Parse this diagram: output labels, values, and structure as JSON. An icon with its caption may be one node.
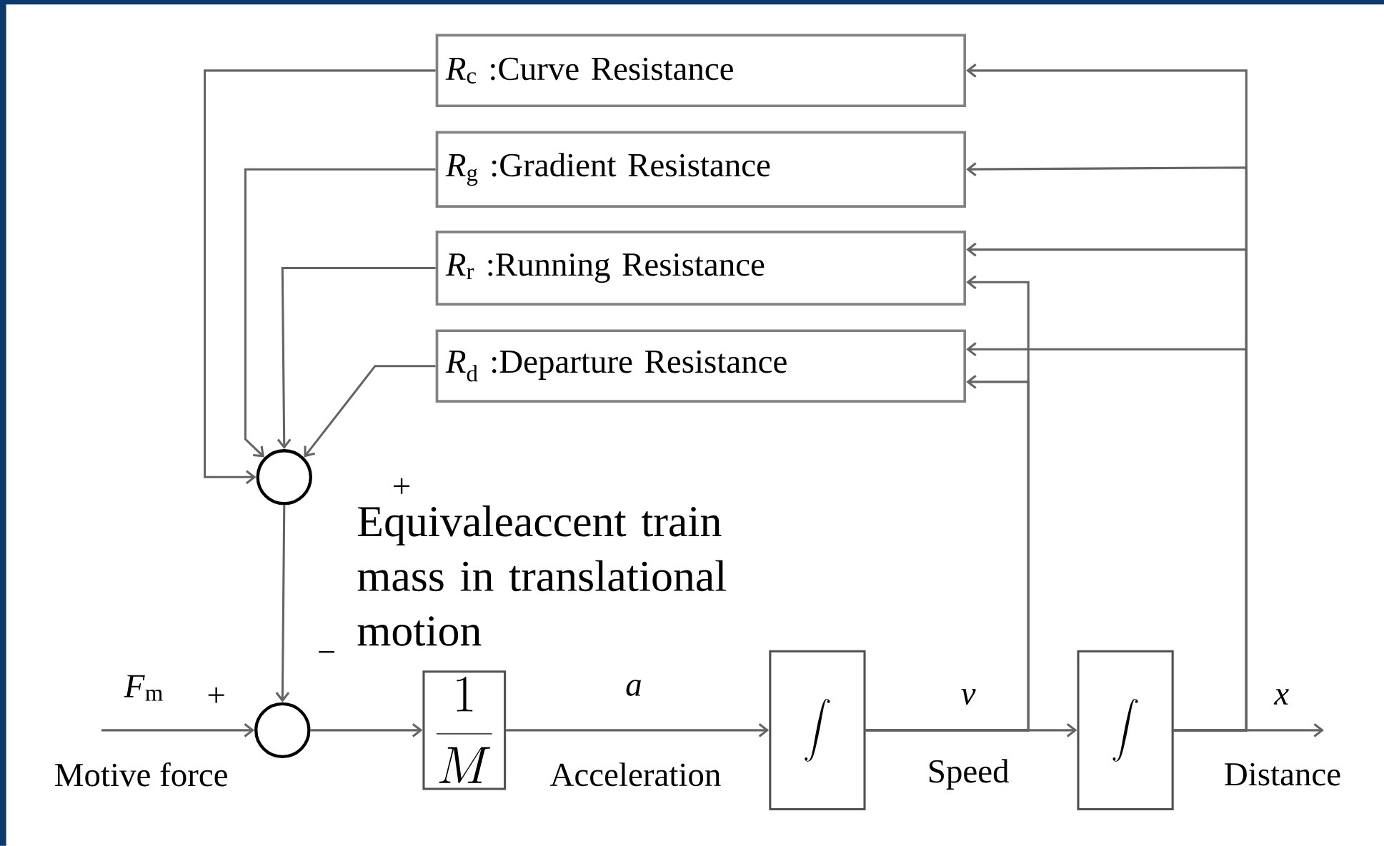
{
  "diagram": {
    "nodes": [
      {
        "text": [
          "*R*$_{c}$ :Curve Resistance"
        ]
      },
      {
        "text": [
          "*R*$_{g}$ :Gradient Resistance"
        ]
      },
      {
        "text": [
          "*R*$_{r}$ :Running Resistance"
        ]
      },
      {
        "text": [
          "*R*$_{d}$ :Departure Resistance"
        ]
      },
      {
        "text": [],
        "shape": "circle"
      },
      {
        "text": [],
        "shape": "circle"
      },
      {
        "text": [
          "\\frac{1}{M}"
        ]
      },
      {
        "text": [
          "\\int"
        ]
      },
      {
        "text": [
          "\\int"
        ]
      }
    ],
    "edges": [
      {
        "from": 0,
        "to": 4,
        "arrow": "to"
      },
      {
        "from": 1,
        "to": 4,
        "arrow": "to"
      },
      {
        "from": 2,
        "to": 4,
        "arrow": "to"
      },
      {
        "from": 3,
        "to": 4,
        "arrow": "to"
      },
      {
        "from": 4,
        "to": 5,
        "arrow": "to"
      },
      {
        "from": null,
        "to": 5,
        "arrow": "to"
      },
      {
        "from": 5,
        "to": 6,
        "arrow": "to"
      },
      {
        "from": 6,
        "to": 7,
        "arrow": "to"
      },
      {
        "from": 7,
        "to": 8,
        "arrow": "to"
      },
      {
        "from": 7,
        "to": 2,
        "arrow": "to"
      },
      {
        "from": 7,
        "to": 3,
        "arrow": "to"
      },
      {
        "from": 8,
        "to": null,
        "arrow": "to"
      },
      {
        "from": 8,
        "to": 0,
        "arrow": "to"
      },
      {
        "from": 8,
        "to": 1,
        "arrow": "to"
      },
      {
        "from": 8,
        "to": 2,
        "arrow": "to"
      },
      {
        "from": 8,
        "to": 3,
        "arrow": "to"
      }
    ],
    "labels": [
      "+",
      "Equivaleaccent train mass in translational motion",
      "−",
      "*F*$_{m}$",
      "+",
      "*a*",
      "*v*",
      "*x*",
      "Motive force",
      "Acceleration",
      "Speed",
      "Distance"
    ]
  }
}
